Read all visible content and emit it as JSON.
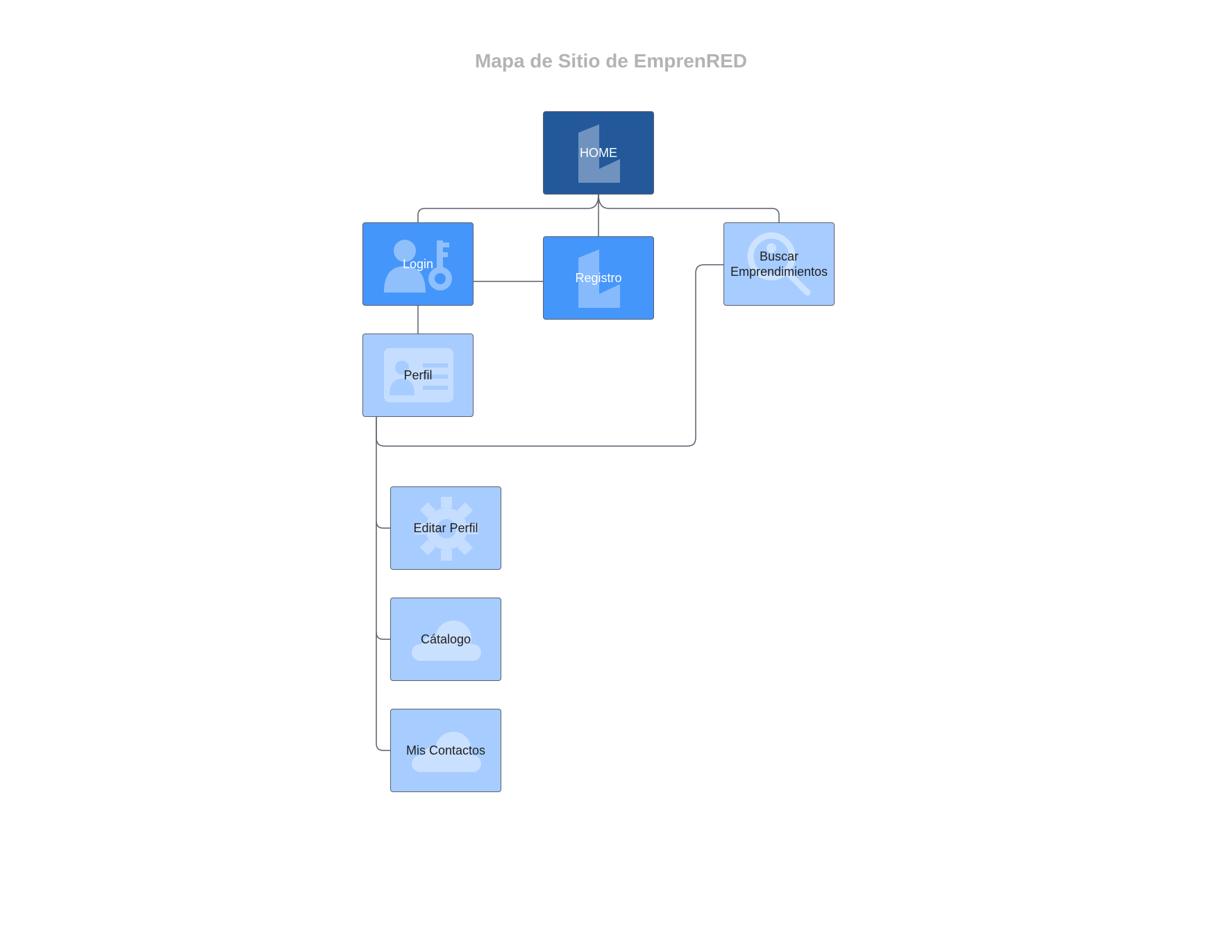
{
  "title": "Mapa de Sitio de EmprenRED",
  "nodes": {
    "home": {
      "label": "HOME",
      "icon": "building-icon"
    },
    "login": {
      "label": "Login",
      "icon": "user-key-icon"
    },
    "registro": {
      "label": "Registro",
      "icon": "building-icon"
    },
    "buscar": {
      "label": "Buscar Emprendimientos",
      "icon": "search-icon"
    },
    "perfil": {
      "label": "Perfil",
      "icon": "id-card-icon"
    },
    "editar_perfil": {
      "label": "Editar Perfil",
      "icon": "gear-icon"
    },
    "catalogo": {
      "label": "Cátalogo",
      "icon": "cloud-icon"
    },
    "mis_contactos": {
      "label": "Mis Contactos",
      "icon": "cloud-icon"
    }
  },
  "colors": {
    "home": "#23599b",
    "primary": "#4596fb",
    "secondary": "#a7ccff",
    "connector": "#5a5f6b",
    "title": "#b3b3b3"
  }
}
